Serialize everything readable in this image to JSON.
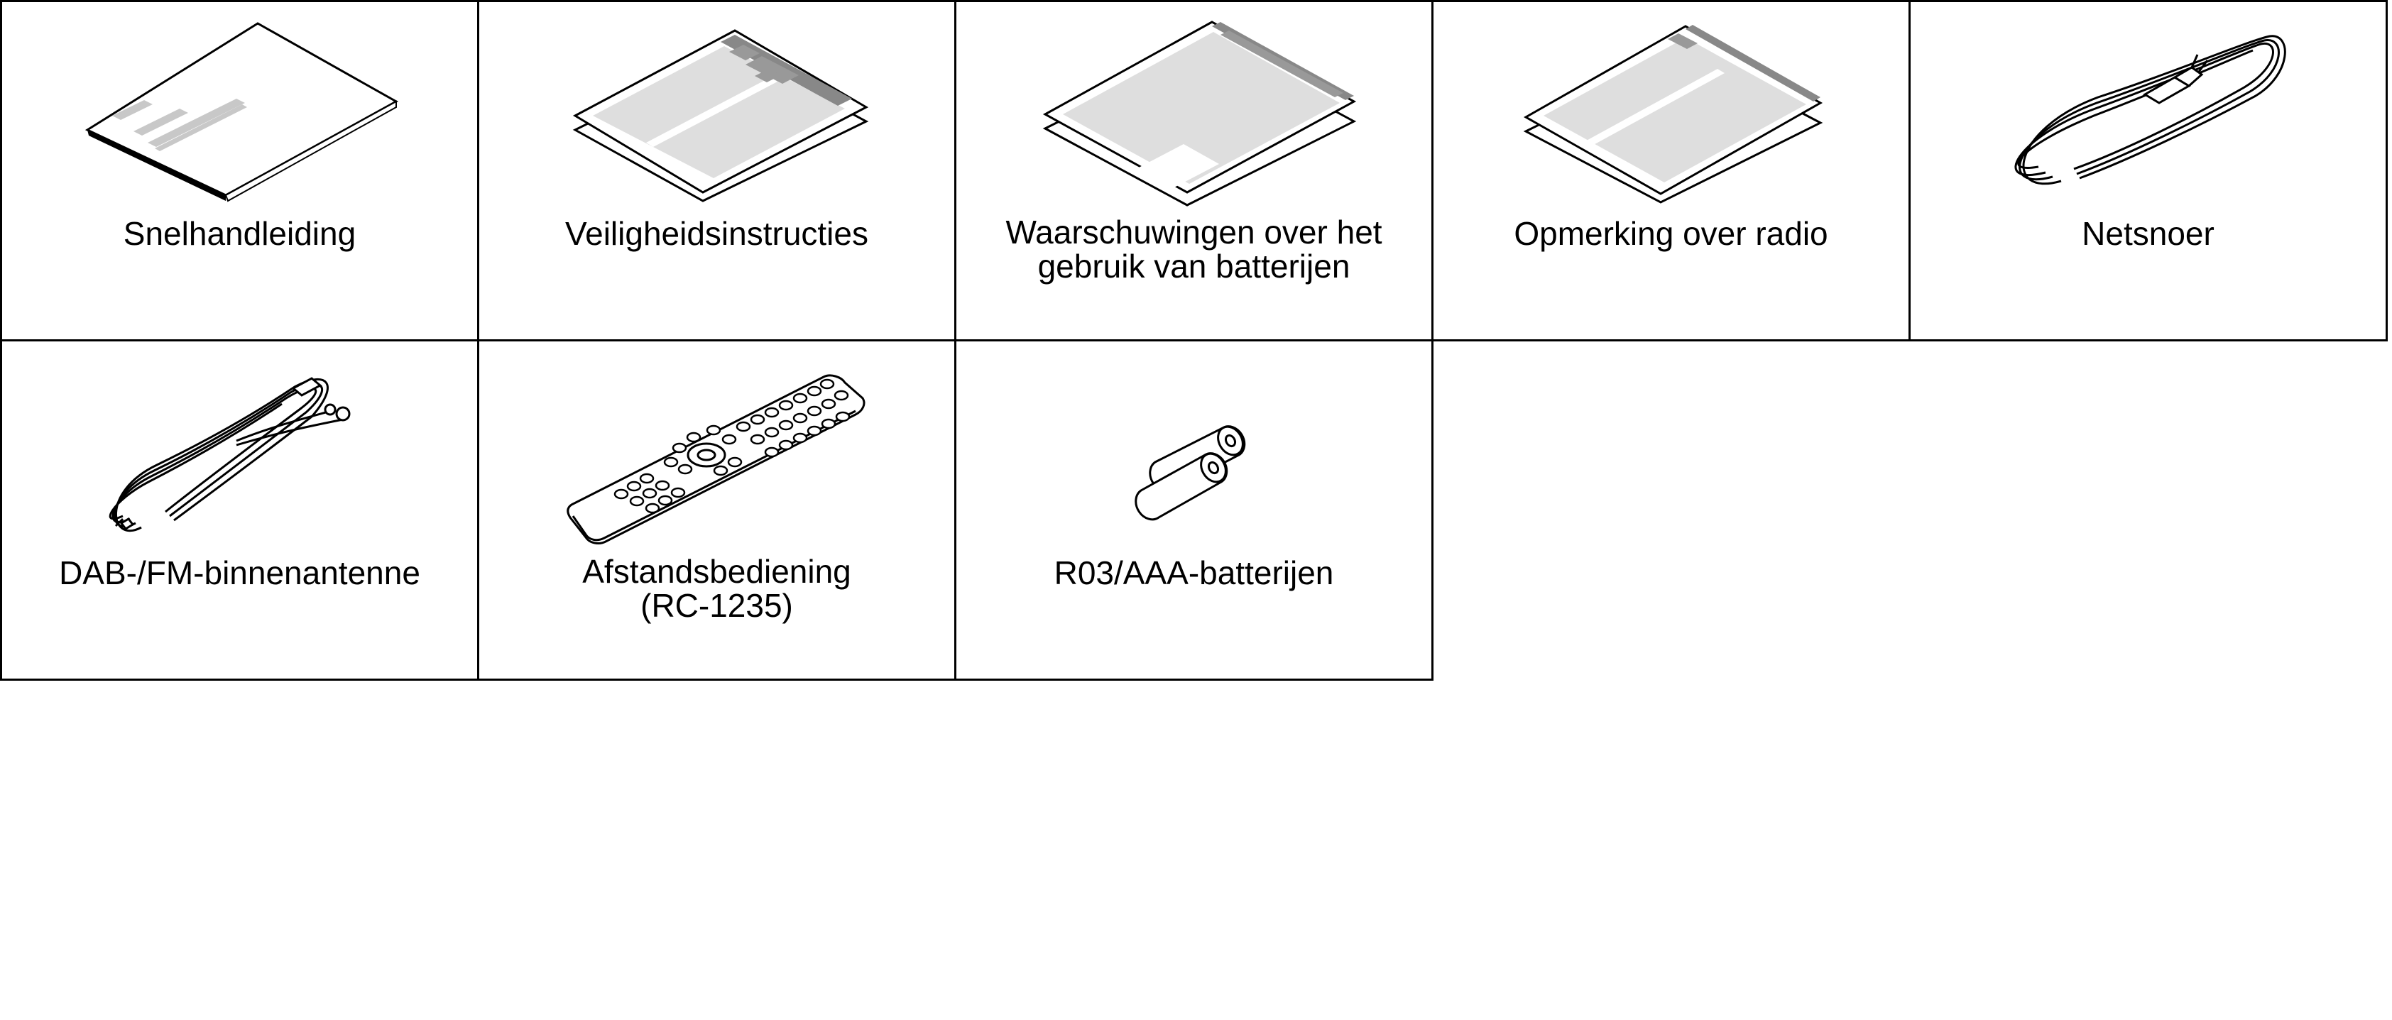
{
  "items": [
    {
      "label": "Snelhandleiding",
      "icon": "quick-guide-booklet-icon"
    },
    {
      "label": "Veiligheidsinstructies",
      "icon": "safety-instructions-sheet-icon"
    },
    {
      "label_lines": [
        "Waarschuwingen over het",
        "gebruik van batterijen"
      ],
      "icon": "battery-warning-sheet-icon"
    },
    {
      "label": "Opmerking over radio",
      "icon": "radio-notice-sheet-icon"
    },
    {
      "label": "Netsnoer",
      "icon": "power-cord-icon"
    },
    {
      "label": "DAB-/FM-binnenantenne",
      "icon": "indoor-antenna-icon"
    },
    {
      "label_lines": [
        "Afstandsbediening",
        "(RC-1235)"
      ],
      "icon": "remote-control-icon"
    },
    {
      "label": "R03/AAA-batterijen",
      "icon": "aaa-batteries-icon"
    }
  ]
}
